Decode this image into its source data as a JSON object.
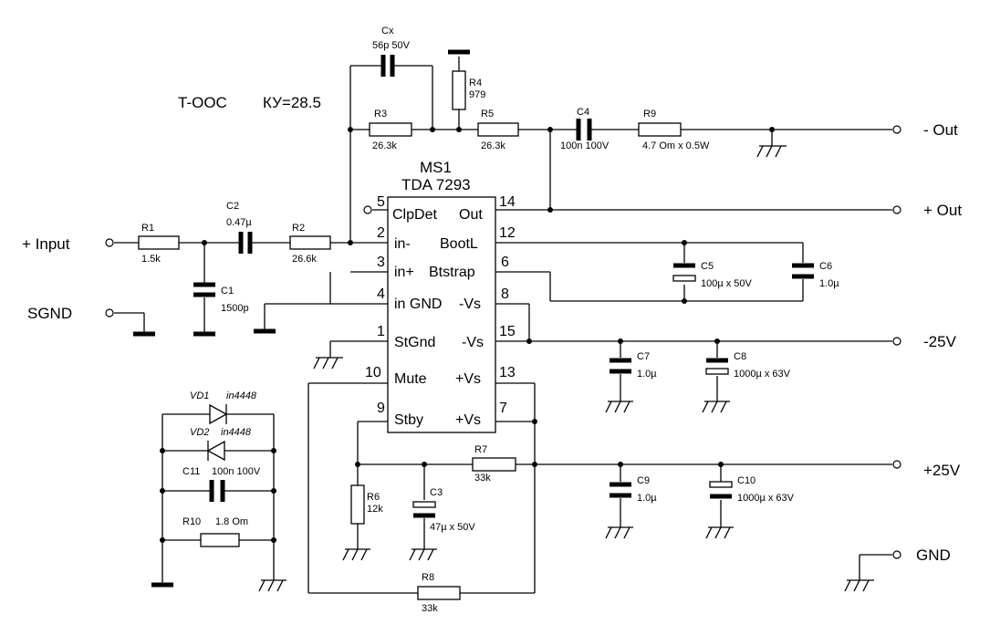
{
  "header": {
    "feedback": "T-OOC",
    "gain": "КУ=28.5"
  },
  "ic": {
    "ref": "MS1",
    "part": "TDA 7293"
  },
  "pins": [
    {
      "num": "5",
      "name": "ClpDet"
    },
    {
      "num": "2",
      "name": "in-"
    },
    {
      "num": "3",
      "name": "in+"
    },
    {
      "num": "4",
      "name": "in GND"
    },
    {
      "num": "1",
      "name": "StGnd"
    },
    {
      "num": "10",
      "name": "Mute"
    },
    {
      "num": "9",
      "name": "Stby"
    },
    {
      "num": "14",
      "name": "Out"
    },
    {
      "num": "12",
      "name": "BootL"
    },
    {
      "num": "6",
      "name": "Btstrap"
    },
    {
      "num": "8",
      "name": "-Vs"
    },
    {
      "num": "15",
      "name": "-Vs"
    },
    {
      "num": "13",
      "name": "+Vs"
    },
    {
      "num": "7",
      "name": "+Vs"
    }
  ],
  "terminals": {
    "input": "+ Input",
    "sgnd": "SGND",
    "out_neg": "- Out",
    "out_pos": "+ Out",
    "neg_supply": "-25V",
    "pos_supply": "+25V",
    "gnd": "GND"
  },
  "components": {
    "R1": {
      "ref": "R1",
      "value": "1.5k"
    },
    "R2": {
      "ref": "R2",
      "value": "26.6k"
    },
    "R3": {
      "ref": "R3",
      "value": "26.3k"
    },
    "R4": {
      "ref": "R4",
      "value": "979"
    },
    "R5": {
      "ref": "R5",
      "value": "26.3k"
    },
    "R6": {
      "ref": "R6",
      "value": "12k"
    },
    "R7": {
      "ref": "R7",
      "value": "33k"
    },
    "R8": {
      "ref": "R8",
      "value": "33k"
    },
    "R9": {
      "ref": "R9",
      "value": "4.7 Om x 0.5W"
    },
    "R10": {
      "ref": "R10",
      "value": "1.8 Om"
    },
    "C1": {
      "ref": "C1",
      "value": "1500p"
    },
    "C2": {
      "ref": "C2",
      "value": "0.47µ"
    },
    "C3": {
      "ref": "C3",
      "value": "47µ x 50V"
    },
    "C4": {
      "ref": "C4",
      "value": "100n 100V"
    },
    "C5": {
      "ref": "C5",
      "value": "100µ x 50V"
    },
    "C6": {
      "ref": "C6",
      "value": "1.0µ"
    },
    "C7": {
      "ref": "C7",
      "value": "1.0µ"
    },
    "C8": {
      "ref": "C8",
      "value": "1000µ x 63V"
    },
    "C9": {
      "ref": "C9",
      "value": "1.0µ"
    },
    "C10": {
      "ref": "C10",
      "value": "1000µ x 63V"
    },
    "C11": {
      "ref": "C11",
      "value": "100n 100V"
    },
    "Cx": {
      "ref": "Cx",
      "value": "56p 50V"
    },
    "VD1": {
      "ref": "VD1",
      "value": "in4448"
    },
    "VD2": {
      "ref": "VD2",
      "value": "in4448"
    }
  }
}
